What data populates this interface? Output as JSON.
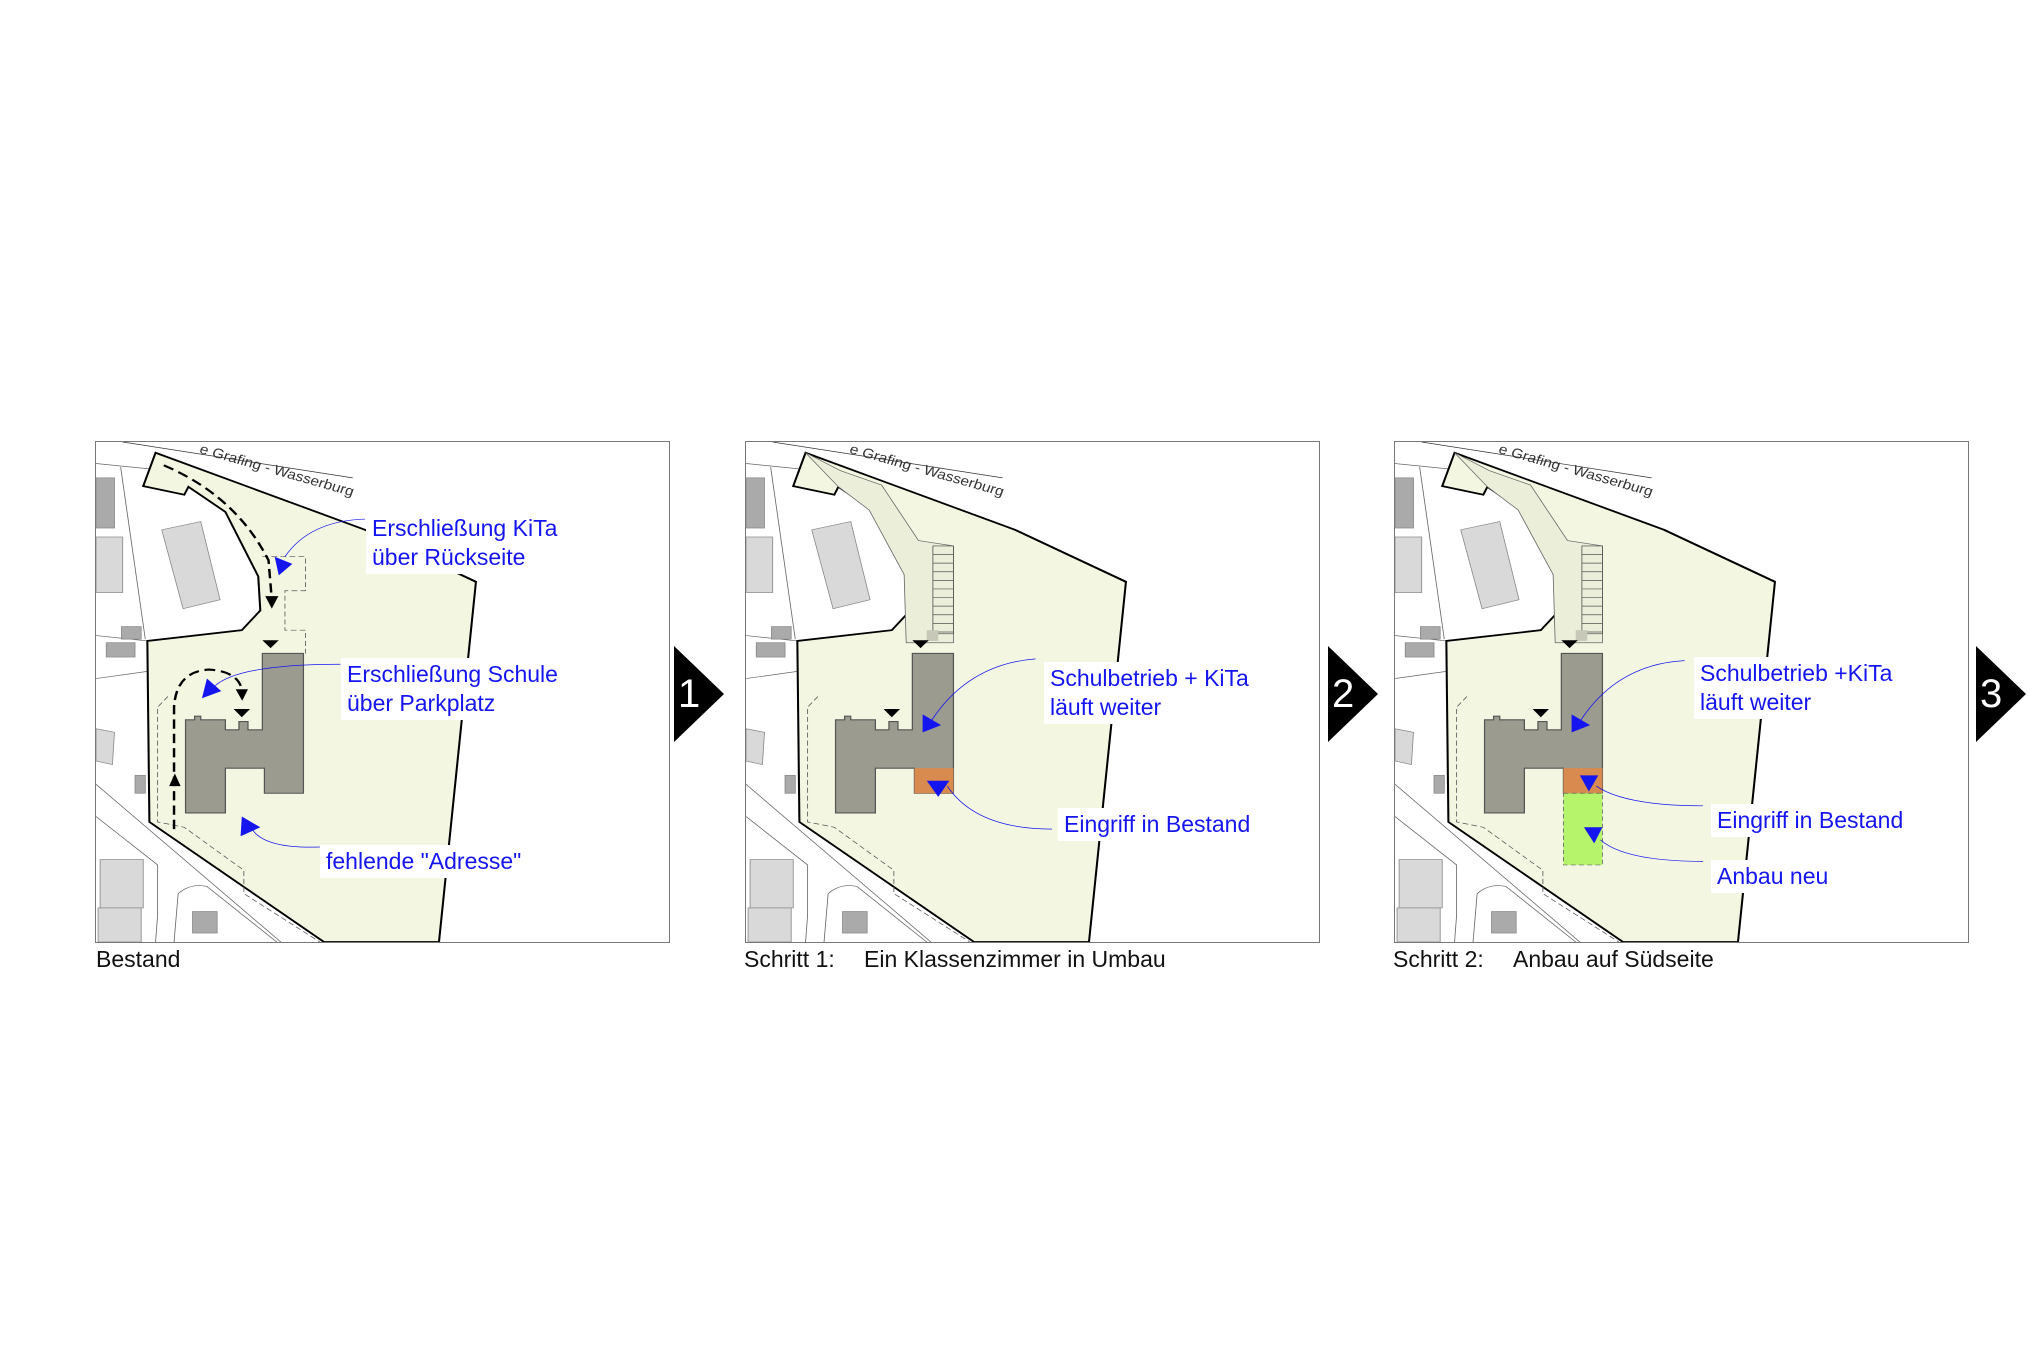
{
  "road_label": "e Grafing - Wasserburg",
  "panels": [
    {
      "caption": "Bestand",
      "labels": [
        {
          "line1": "Erschließung KiTa",
          "line2": "über Rückseite"
        },
        {
          "line1": "Erschließung Schule",
          "line2": "über Parkplatz"
        },
        {
          "line1": "fehlende \"Adresse\""
        }
      ]
    },
    {
      "caption_step": "Schritt 1:",
      "caption_text": "Ein Klassenzimmer in Umbau",
      "labels": [
        {
          "line1": "Schulbetrieb + KiTa",
          "line2": "läuft weiter"
        },
        {
          "line1": "Eingriff in Bestand"
        }
      ]
    },
    {
      "caption_step": "Schritt 2:",
      "caption_text": "Anbau auf Südseite",
      "labels": [
        {
          "line1": "Schulbetrieb +KiTa",
          "line2": "läuft weiter"
        },
        {
          "line1": "Eingriff in Bestand"
        },
        {
          "line1": "Anbau neu"
        }
      ]
    }
  ],
  "steps": [
    "1",
    "2",
    "3"
  ],
  "colors": {
    "site": "#f3f7e1",
    "building": "#9b9b90",
    "intervention": "#d98a4e",
    "extension": "#b6f46c",
    "annotation": "#1515f0"
  }
}
